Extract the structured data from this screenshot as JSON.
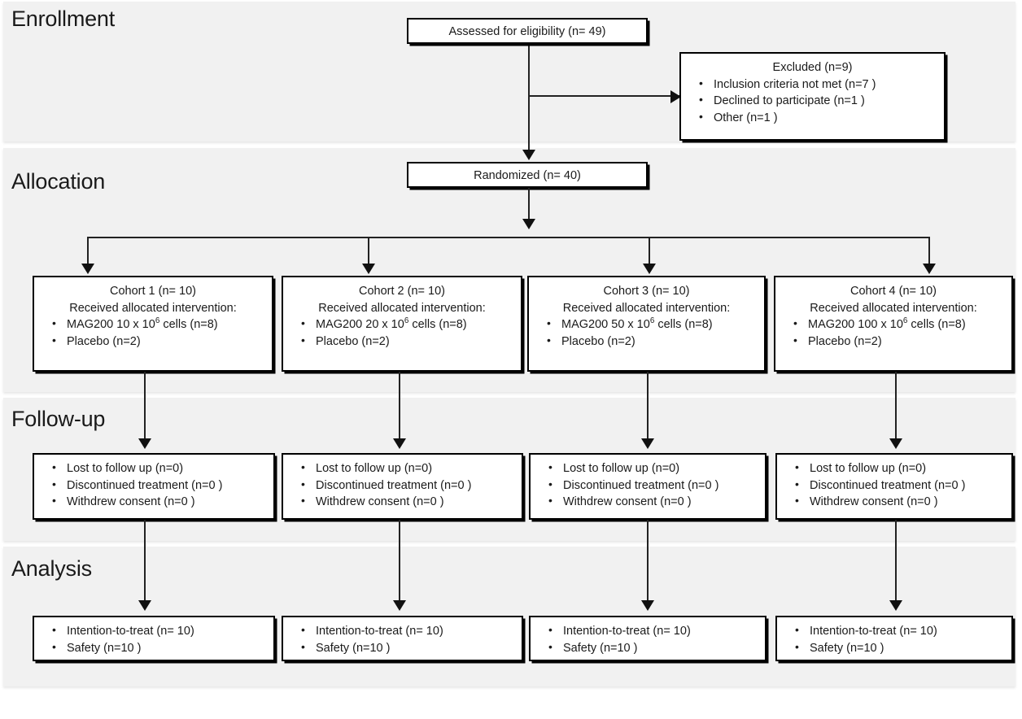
{
  "sections": [
    {
      "id": "enrollment",
      "label": "Enrollment"
    },
    {
      "id": "allocation",
      "label": "Allocation"
    },
    {
      "id": "followup",
      "label": "Follow-up"
    },
    {
      "id": "analysis",
      "label": "Analysis"
    }
  ],
  "enrollment": {
    "assessed": "Assessed for eligibility (n= 49)",
    "excluded": {
      "title": "Excluded (n=9)",
      "items": [
        "Inclusion criteria not met (n=7 )",
        "Declined to participate (n=1 )",
        "Other (n=1 )"
      ]
    }
  },
  "allocation": {
    "randomized": "Randomized (n= 40)",
    "intervention_header": "Received allocated intervention:",
    "cohorts": [
      {
        "title": "Cohort 1 (n= 10)",
        "dose_prefix": "MAG200 10 x 10",
        "dose_exponent": "6",
        "dose_suffix": " cells (n=8)",
        "placebo": "Placebo (n=2)"
      },
      {
        "title": "Cohort 2 (n= 10)",
        "dose_prefix": "MAG200 20 x 10",
        "dose_exponent": "6",
        "dose_suffix": " cells (n=8)",
        "placebo": "Placebo (n=2)"
      },
      {
        "title": "Cohort 3 (n= 10)",
        "dose_prefix": "MAG200 50 x 10",
        "dose_exponent": "6",
        "dose_suffix": " cells (n=8)",
        "placebo": "Placebo (n=2)"
      },
      {
        "title": "Cohort 4 (n= 10)",
        "dose_prefix": "MAG200 100 x 10",
        "dose_exponent": "6",
        "dose_suffix": " cells (n=8)",
        "placebo": "Placebo (n=2)"
      }
    ]
  },
  "followup": {
    "boxes": [
      {
        "lost": "Lost to follow up (n=0)",
        "discontinued": "Discontinued treatment (n=0 )",
        "withdrew": "Withdrew consent (n=0 )"
      },
      {
        "lost": "Lost to follow up (n=0)",
        "discontinued": "Discontinued treatment (n=0 )",
        "withdrew": "Withdrew consent (n=0 )"
      },
      {
        "lost": "Lost to follow up (n=0)",
        "discontinued": "Discontinued treatment (n=0 )",
        "withdrew": "Withdrew consent (n=0 )"
      },
      {
        "lost": "Lost to follow up (n=0)",
        "discontinued": "Discontinued treatment (n=0 )",
        "withdrew": "Withdrew consent (n=0 )"
      }
    ]
  },
  "analysis": {
    "boxes": [
      {
        "itt": "Intention-to-treat (n= 10)",
        "safety": "Safety (n=10 )"
      },
      {
        "itt": "Intention-to-treat (n= 10)",
        "safety": "Safety (n=10 )"
      },
      {
        "itt": "Intention-to-treat (n= 10)",
        "safety": "Safety (n=10 )"
      },
      {
        "itt": "Intention-to-treat (n= 10)",
        "safety": "Safety (n=10 )"
      }
    ]
  },
  "colors": {
    "band_background": "#f1f1f1",
    "page_background": "#ffffff",
    "box_border": "#000000",
    "connector": "#222222",
    "text": "#1a1a1a"
  }
}
